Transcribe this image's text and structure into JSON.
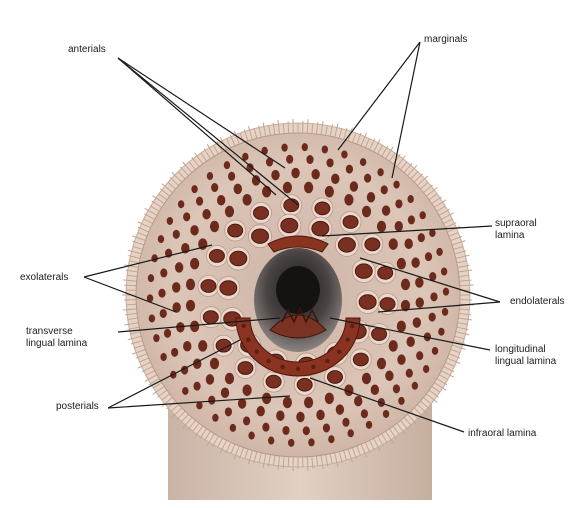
{
  "labels": {
    "anterials": "anterials",
    "marginals": "marginals",
    "supraoral": {
      "line1": "supraoral",
      "line2": "lamina"
    },
    "exolaterals": "exolaterals",
    "endolaterals": "endolaterals",
    "transverse": {
      "line1": "transverse",
      "line2": "lingual lamina"
    },
    "longitudinal": {
      "line1": "longitudinal",
      "line2": "lingual lamina"
    },
    "posterials": "posterials",
    "infraoral": "infraoral lamina"
  },
  "colors": {
    "disc": "#d9c1b3",
    "fringe": "#e6d3c6",
    "body": "#dcc8bb",
    "tooth": "#7a3020",
    "tooth_dark": "#4a1a10",
    "pit": "#6b2a1c",
    "lamina": "#8a3320",
    "mouth": "#3c3534",
    "leader": "#1a1a1a"
  }
}
